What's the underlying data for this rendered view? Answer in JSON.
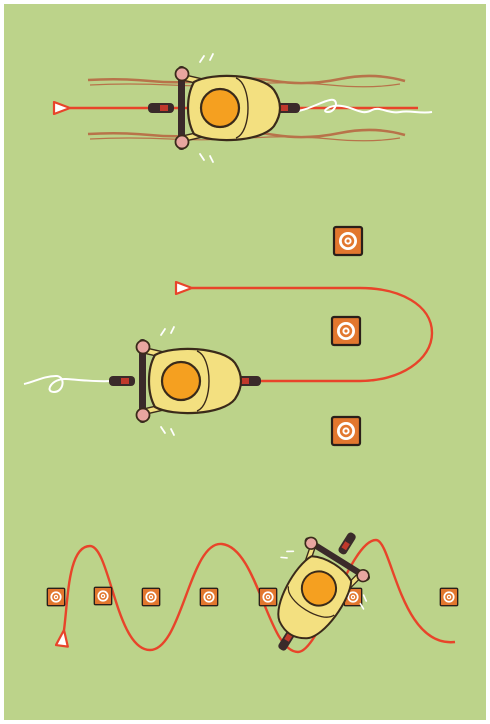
{
  "palette": {
    "page": "#ffffff",
    "field": "#bcd38a",
    "path_red": "#e8442a",
    "lane_brown": "#b8734a",
    "cone_orange": "#e2772e",
    "cone_outline": "#2a1f1a",
    "rider_orange": "#f5a020",
    "rider_body": "#f3e080",
    "rider_outline": "#3a2a1a",
    "glove_pink": "#e8a6a0",
    "tyre_dark": "#3a2a2a",
    "motion_white": "#ffffff"
  },
  "illustrations": [
    {
      "name": "straight-line-riding",
      "icon": "bicycle-top-view-icon",
      "heading": "left"
    },
    {
      "name": "u-turn-between-cones",
      "icon": "bicycle-top-view-icon",
      "cone_count": 3
    },
    {
      "name": "slalom-through-cones",
      "icon": "bicycle-top-view-icon",
      "cone_count": 8
    }
  ]
}
